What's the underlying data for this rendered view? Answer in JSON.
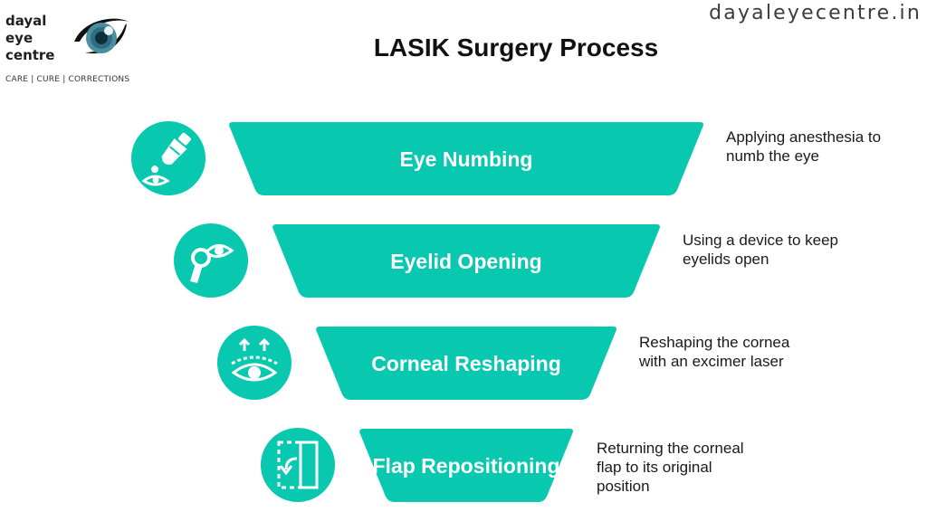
{
  "brand": {
    "name_lines": [
      "dayal",
      "eye",
      "centre"
    ],
    "tagline": "CARE | CURE | CORRECTIONS",
    "website": "dayaleyecentre.in",
    "logo_icon": "eye-logo-icon"
  },
  "title": "LASIK Surgery Process",
  "colors": {
    "accent": "#08c8b0",
    "label_text": "#ffffff",
    "desc_text": "#1a1a1a"
  },
  "steps": [
    {
      "label": "Eye Numbing",
      "description": "Applying anesthesia to numb the eye",
      "icon": "eye-drops-icon"
    },
    {
      "label": "Eyelid Opening",
      "description": "Using a device to keep eyelids open",
      "icon": "eyelid-speculum-icon"
    },
    {
      "label": "Corneal Reshaping",
      "description": "Reshaping the cornea with an excimer laser",
      "icon": "laser-eye-icon"
    },
    {
      "label": "Flap Repositioning",
      "description": "Returning the corneal flap to its original position",
      "icon": "flap-return-icon"
    }
  ]
}
